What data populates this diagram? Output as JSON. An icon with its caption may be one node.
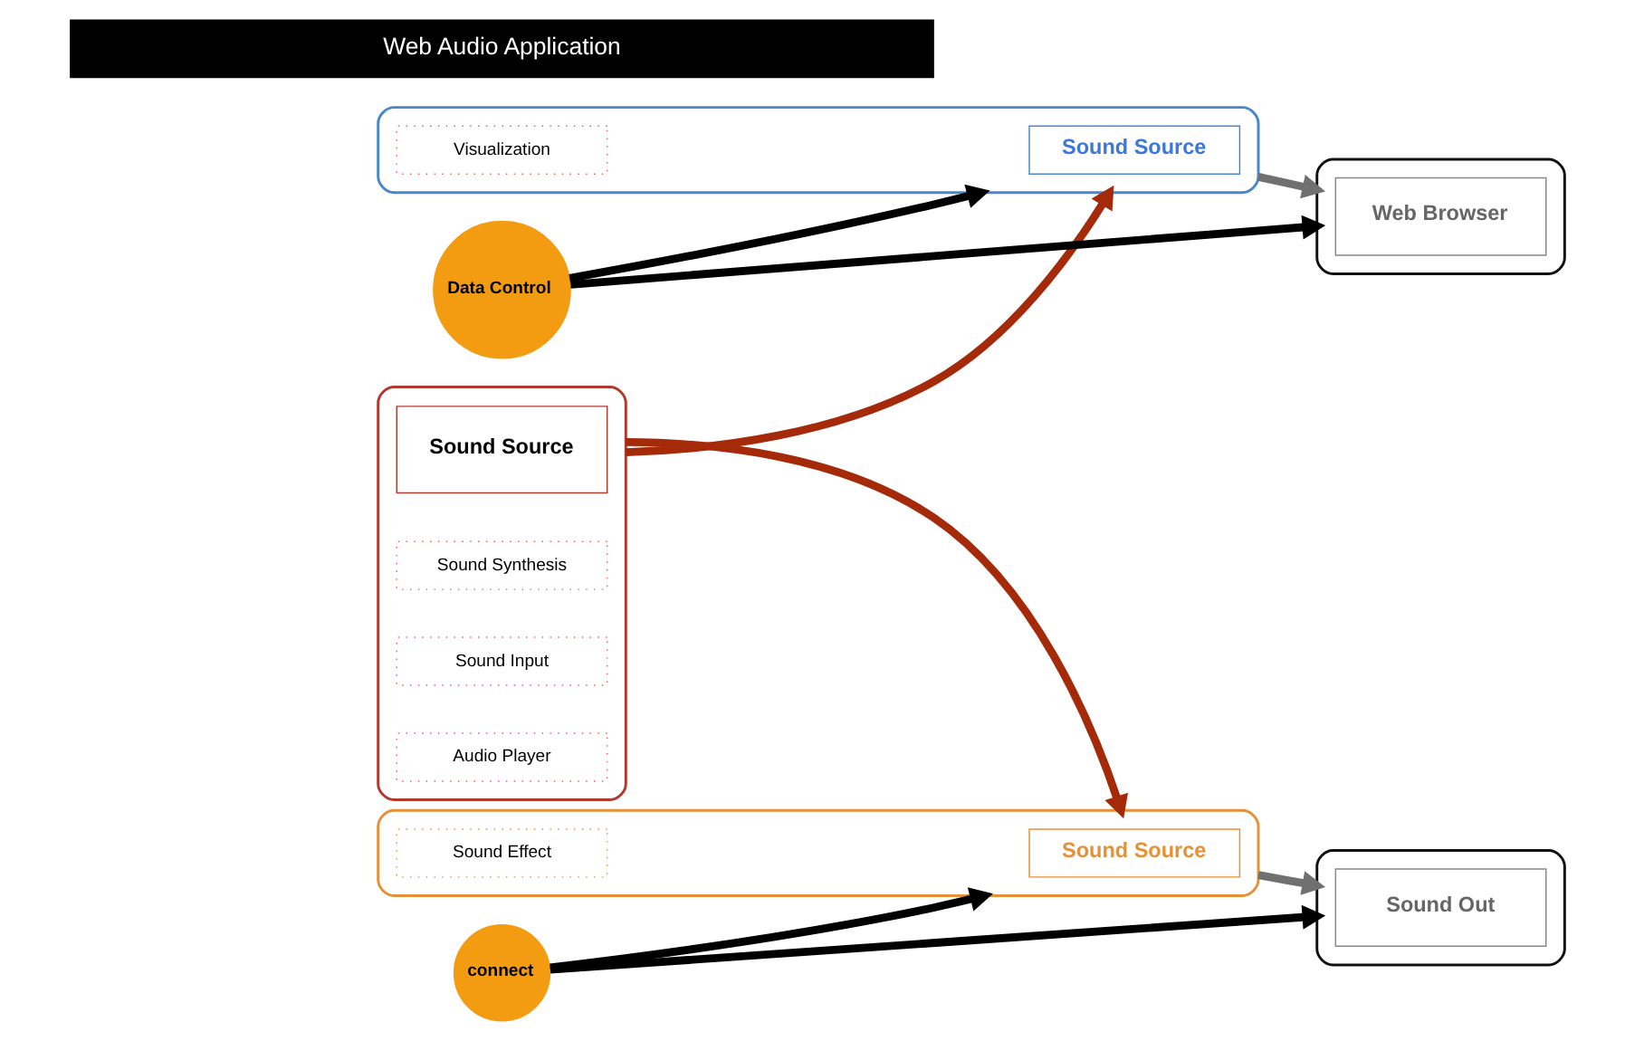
{
  "diagram": {
    "nodes": [
      {
        "text": [],
        "shape": "box"
      },
      {
        "text": [
          "Sound Source"
        ],
        "in": 0
      },
      {
        "text": [
          "Sound Synthesis"
        ],
        "in": 0
      },
      {
        "text": [
          "Sound Input"
        ],
        "in": 0
      },
      {
        "text": [
          "Audio Player"
        ],
        "in": 0
      },
      {
        "text": [],
        "shape": "box"
      },
      {
        "text": [
          "Sound Source"
        ],
        "in": 5
      },
      {
        "text": [
          "Visualization"
        ],
        "in": 5
      },
      {
        "text": [],
        "shape": "box"
      },
      {
        "text": [
          "Sound Source"
        ],
        "in": 8
      },
      {
        "text": [
          "Sound Effect"
        ],
        "in": 8
      },
      {
        "text": [],
        "shape": "box"
      },
      {
        "text": [
          "Web Browser"
        ],
        "in": 11
      },
      {
        "text": [],
        "shape": "box"
      },
      {
        "text": [
          "Sound Out"
        ],
        "in": 13
      },
      {
        "text": [
          "Data Control"
        ]
      },
      {
        "text": [
          "connect"
        ]
      },
      {
        "text": [
          "Web Audio Application"
        ]
      }
    ],
    "edges": [
      {
        "from": 0,
        "to": 5,
        "arrow": "to",
        "color": "#a52a0a"
      },
      {
        "from": 0,
        "to": 8,
        "arrow": "to",
        "color": "#a52a0a"
      },
      {
        "from": 5,
        "to": 11,
        "arrow": "to",
        "color": "#707070"
      },
      {
        "from": 8,
        "to": 13,
        "arrow": "to",
        "color": "#707070"
      },
      {
        "from": 15,
        "to": 5,
        "arrow": "to"
      },
      {
        "from": 15,
        "to": 11,
        "arrow": "to"
      },
      {
        "from": 16,
        "to": 8,
        "arrow": "to"
      },
      {
        "from": 16,
        "to": 13,
        "arrow": "to"
      }
    ]
  }
}
